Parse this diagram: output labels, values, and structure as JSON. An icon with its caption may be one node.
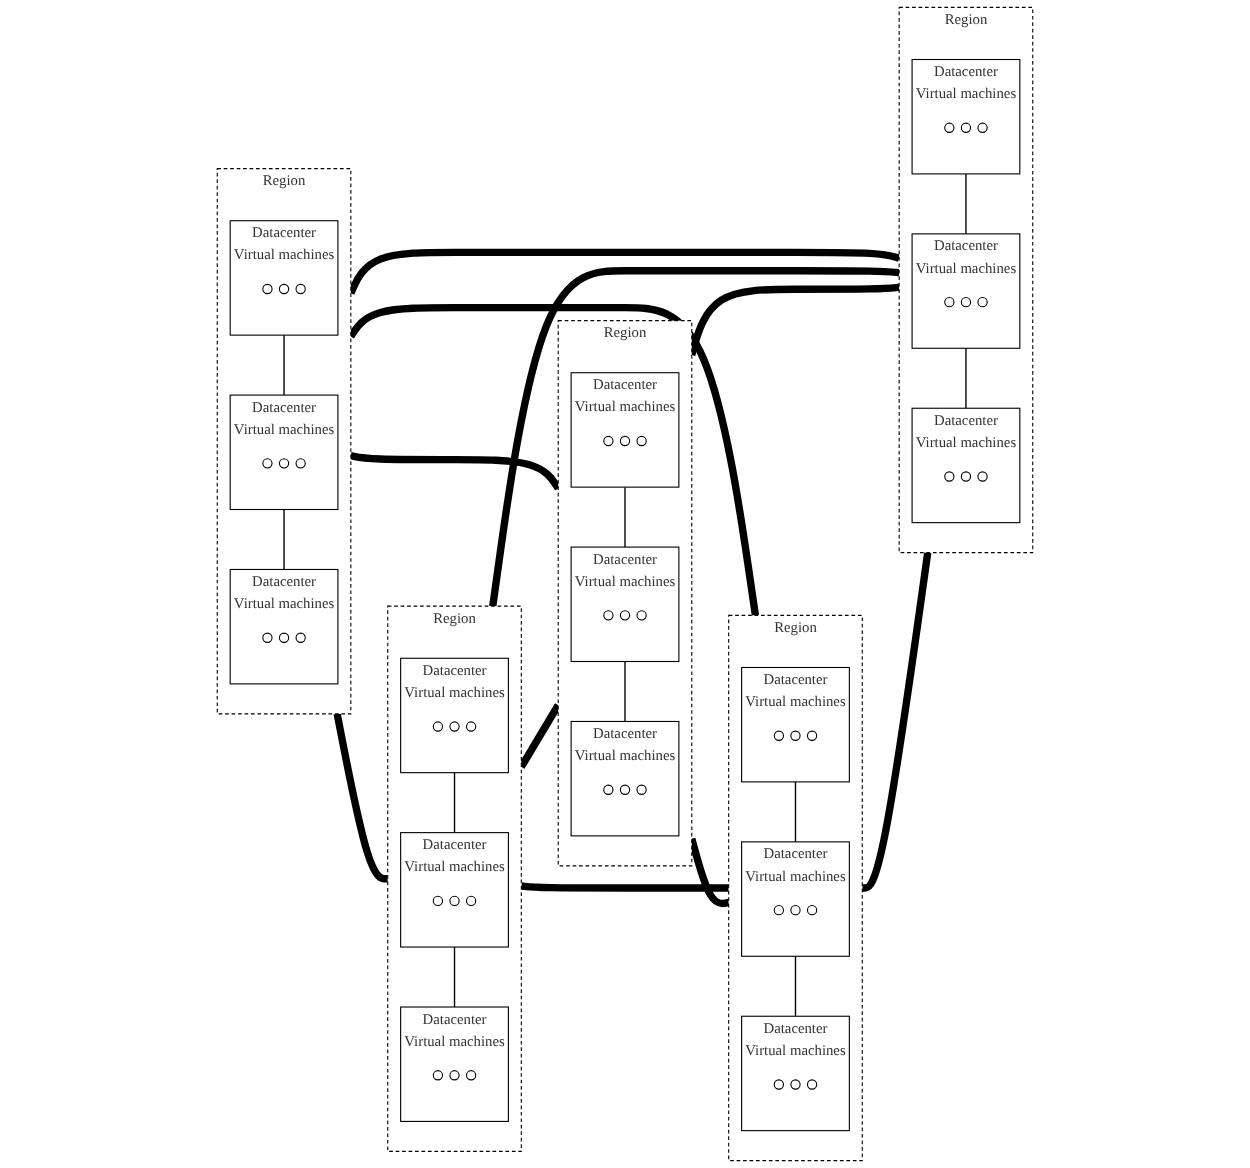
{
  "diagram": {
    "nodes": [
      {
        "text": [
          "Region"
        ]
      },
      {
        "text": [
          "Datacenter",
          "Virtual machines"
        ],
        "in": 0
      },
      {
        "text": [],
        "shape": "circle",
        "in": 1
      },
      {
        "text": [],
        "shape": "circle",
        "in": 1
      },
      {
        "text": [],
        "shape": "circle",
        "in": 1
      },
      {
        "text": [
          "Datacenter",
          "Virtual machines"
        ],
        "in": 0
      },
      {
        "text": [],
        "shape": "circle",
        "in": 5
      },
      {
        "text": [],
        "shape": "circle",
        "in": 5
      },
      {
        "text": [],
        "shape": "circle",
        "in": 5
      },
      {
        "text": [
          "Datacenter",
          "Virtual machines"
        ],
        "in": 0
      },
      {
        "text": [],
        "shape": "circle",
        "in": 9
      },
      {
        "text": [],
        "shape": "circle",
        "in": 9
      },
      {
        "text": [],
        "shape": "circle",
        "in": 9
      },
      {
        "text": [
          "Region"
        ]
      },
      {
        "text": [
          "Datacenter",
          "Virtual machines"
        ],
        "in": 13
      },
      {
        "text": [],
        "shape": "circle",
        "in": 14
      },
      {
        "text": [],
        "shape": "circle",
        "in": 14
      },
      {
        "text": [],
        "shape": "circle",
        "in": 14
      },
      {
        "text": [
          "Datacenter",
          "Virtual machines"
        ],
        "in": 13
      },
      {
        "text": [],
        "shape": "circle",
        "in": 18
      },
      {
        "text": [],
        "shape": "circle",
        "in": 18
      },
      {
        "text": [],
        "shape": "circle",
        "in": 18
      },
      {
        "text": [
          "Datacenter",
          "Virtual machines"
        ],
        "in": 13
      },
      {
        "text": [],
        "shape": "circle",
        "in": 22
      },
      {
        "text": [],
        "shape": "circle",
        "in": 22
      },
      {
        "text": [],
        "shape": "circle",
        "in": 22
      },
      {
        "text": [
          "Region"
        ]
      },
      {
        "text": [
          "Datacenter",
          "Virtual machines"
        ],
        "in": 26
      },
      {
        "text": [],
        "shape": "circle",
        "in": 27
      },
      {
        "text": [],
        "shape": "circle",
        "in": 27
      },
      {
        "text": [],
        "shape": "circle",
        "in": 27
      },
      {
        "text": [
          "Datacenter",
          "Virtual machines"
        ],
        "in": 26
      },
      {
        "text": [],
        "shape": "circle",
        "in": 31
      },
      {
        "text": [],
        "shape": "circle",
        "in": 31
      },
      {
        "text": [],
        "shape": "circle",
        "in": 31
      },
      {
        "text": [
          "Datacenter",
          "Virtual machines"
        ],
        "in": 26
      },
      {
        "text": [],
        "shape": "circle",
        "in": 35
      },
      {
        "text": [],
        "shape": "circle",
        "in": 35
      },
      {
        "text": [],
        "shape": "circle",
        "in": 35
      },
      {
        "text": [
          "Region"
        ]
      },
      {
        "text": [
          "Datacenter",
          "Virtual machines"
        ],
        "in": 39
      },
      {
        "text": [],
        "shape": "circle",
        "in": 40
      },
      {
        "text": [],
        "shape": "circle",
        "in": 40
      },
      {
        "text": [],
        "shape": "circle",
        "in": 40
      },
      {
        "text": [
          "Datacenter",
          "Virtual machines"
        ],
        "in": 39
      },
      {
        "text": [],
        "shape": "circle",
        "in": 44
      },
      {
        "text": [],
        "shape": "circle",
        "in": 44
      },
      {
        "text": [],
        "shape": "circle",
        "in": 44
      },
      {
        "text": [
          "Datacenter",
          "Virtual machines"
        ],
        "in": 39
      },
      {
        "text": [],
        "shape": "circle",
        "in": 48
      },
      {
        "text": [],
        "shape": "circle",
        "in": 48
      },
      {
        "text": [],
        "shape": "circle",
        "in": 48
      },
      {
        "text": [
          "Region"
        ]
      },
      {
        "text": [
          "Datacenter",
          "Virtual machines"
        ],
        "in": 52
      },
      {
        "text": [],
        "shape": "circle",
        "in": 53
      },
      {
        "text": [],
        "shape": "circle",
        "in": 53
      },
      {
        "text": [],
        "shape": "circle",
        "in": 53
      },
      {
        "text": [
          "Datacenter",
          "Virtual machines"
        ],
        "in": 52
      },
      {
        "text": [],
        "shape": "circle",
        "in": 57
      },
      {
        "text": [],
        "shape": "circle",
        "in": 57
      },
      {
        "text": [],
        "shape": "circle",
        "in": 57
      },
      {
        "text": [
          "Datacenter",
          "Virtual machines"
        ],
        "in": 52
      },
      {
        "text": [],
        "shape": "circle",
        "in": 61
      },
      {
        "text": [],
        "shape": "circle",
        "in": 61
      },
      {
        "text": [],
        "shape": "circle",
        "in": 61
      }
    ],
    "edges": [
      {
        "from": 1,
        "to": 5,
        "arrow": "none"
      },
      {
        "from": 5,
        "to": 9,
        "arrow": "none"
      },
      {
        "from": 14,
        "to": 18,
        "arrow": "none"
      },
      {
        "from": 18,
        "to": 22,
        "arrow": "none"
      },
      {
        "from": 27,
        "to": 31,
        "arrow": "none"
      },
      {
        "from": 31,
        "to": 35,
        "arrow": "none"
      },
      {
        "from": 40,
        "to": 44,
        "arrow": "none"
      },
      {
        "from": 44,
        "to": 48,
        "arrow": "none"
      },
      {
        "from": 53,
        "to": 57,
        "arrow": "none"
      },
      {
        "from": 57,
        "to": 61,
        "arrow": "none"
      },
      {
        "from": 0,
        "to": 13,
        "arrow": "none",
        "style": "thick"
      },
      {
        "from": 0,
        "to": 26,
        "arrow": "none",
        "style": "thick"
      },
      {
        "from": 0,
        "to": 39,
        "arrow": "none",
        "style": "thick"
      },
      {
        "from": 0,
        "to": 52,
        "arrow": "none",
        "style": "thick"
      },
      {
        "from": 13,
        "to": 26,
        "arrow": "none",
        "style": "thick"
      },
      {
        "from": 13,
        "to": 39,
        "arrow": "none",
        "style": "thick"
      },
      {
        "from": 13,
        "to": 52,
        "arrow": "none",
        "style": "thick"
      },
      {
        "from": 26,
        "to": 39,
        "arrow": "none",
        "style": "thick"
      },
      {
        "from": 26,
        "to": 52,
        "arrow": "none",
        "style": "thick"
      },
      {
        "from": 39,
        "to": 52,
        "arrow": "none",
        "style": "thick"
      }
    ]
  }
}
